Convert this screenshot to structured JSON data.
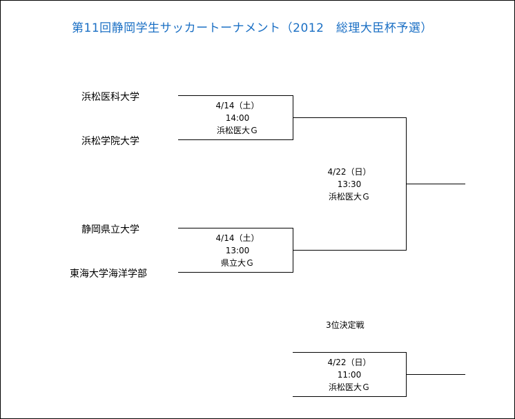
{
  "title": "第11回静岡学生サッカートーナメント（2012　総理大臣杯予選）",
  "teams": [
    "浜松医科大学",
    "浜松学院大学",
    "静岡県立大学",
    "東海大学海洋学部"
  ],
  "matches": {
    "sf1": {
      "date": "4/14（土）",
      "time": "14:00",
      "venue": "浜松医大Ｇ"
    },
    "sf2": {
      "date": "4/14（土）",
      "time": "13:00",
      "venue": "県立大Ｇ"
    },
    "final": {
      "date": "4/22（日）",
      "time": "13:30",
      "venue": "浜松医大Ｇ"
    },
    "third": {
      "date": "4/22（日）",
      "time": "11:00",
      "venue": "浜松医大Ｇ"
    }
  },
  "third_place_label": "3位決定戦"
}
